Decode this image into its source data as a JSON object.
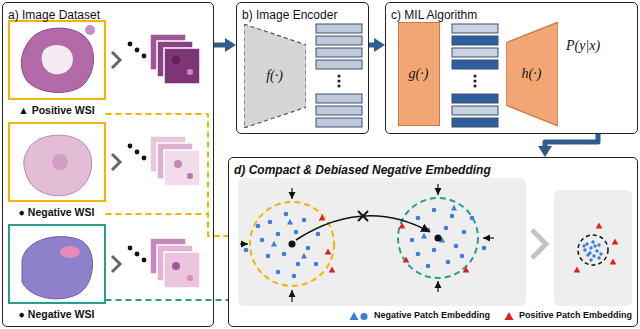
{
  "diagram": {
    "nodes": [
      {
        "text": [
          "a) Image Dataset"
        ]
      },
      {
        "text": [
          "▲ Positive WSI"
        ],
        "in": 0
      },
      {
        "text": [
          "● Negative WSI"
        ],
        "in": 0
      },
      {
        "text": [
          "● Negative WSI"
        ],
        "in": 0
      },
      {
        "text": [
          "b) Image Encoder"
        ]
      },
      {
        "text": [
          "f(·)"
        ],
        "in": 4
      },
      {
        "text": [
          "c) MIL Algorithm"
        ]
      },
      {
        "text": [
          "g(·)"
        ],
        "in": 6
      },
      {
        "text": [
          "h(·)"
        ],
        "in": 6
      },
      {
        "text": [
          "d) Compact & Debiased Negative Embedding"
        ]
      }
    ],
    "edges": [
      {
        "from": 0,
        "to": 4,
        "arrow": "to"
      },
      {
        "from": 4,
        "to": 6,
        "arrow": "to"
      },
      {
        "from": 6,
        "to": 9,
        "arrow": "to"
      },
      {
        "from": 1,
        "to": 9,
        "arrow": "none"
      },
      {
        "from": 2,
        "to": 9,
        "arrow": "none"
      },
      {
        "from": 3,
        "to": 9,
        "arrow": "none"
      }
    ],
    "labels": [
      "P(y|x)"
    ],
    "legend": [
      {
        "text": "Negative Patch Embedding"
      },
      {
        "text": "Positive Patch Embedding"
      }
    ]
  }
}
